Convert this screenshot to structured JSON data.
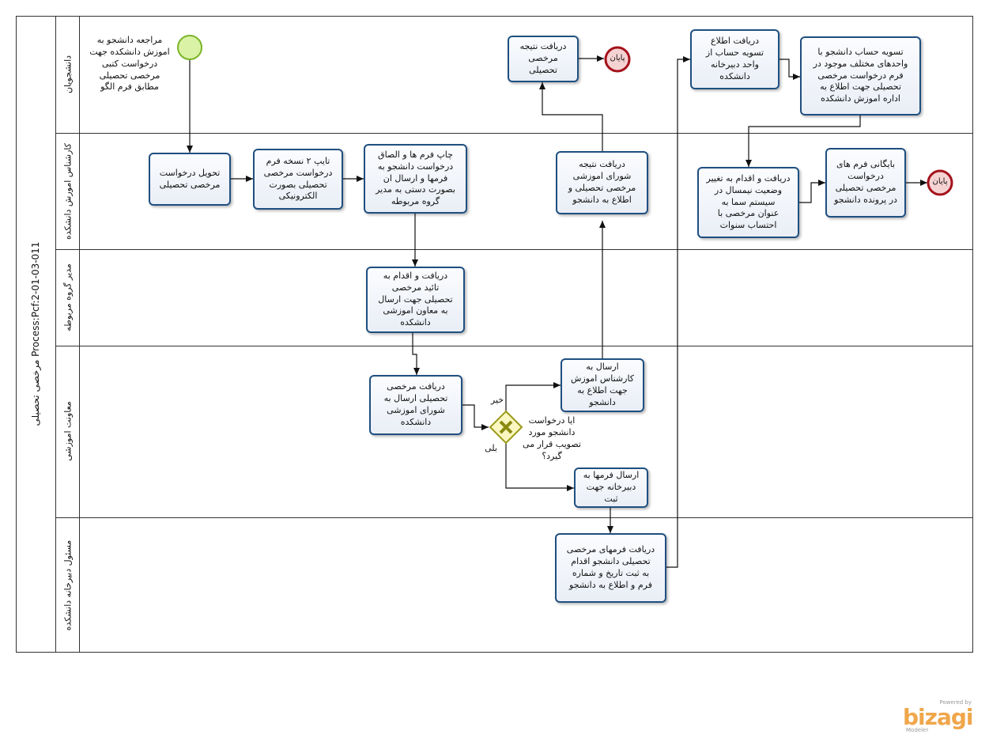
{
  "pool": {
    "title": "Process:Pcf:2-01-03-011  مرخصی تحصیلی"
  },
  "lanes": [
    {
      "id": "students",
      "label": "دانشجویان"
    },
    {
      "id": "expert",
      "label": "کارشناس امورش دانشکده"
    },
    {
      "id": "manager",
      "label": "مدیر گروه مربوطه"
    },
    {
      "id": "deputy",
      "label": "معاونت اموزشی"
    },
    {
      "id": "secretariat",
      "label": "مسئول دبیرخانه دانشکده"
    }
  ],
  "start_text": "مراجعه دانشجو به\nاموزش دانشکده جهت\nدرخواست کتبی\nمرخصی تحصیلی\nمطابق فرم الگو",
  "tasks": {
    "deliver_request": "تحویل درخواست\nمرخصی تحصیلی",
    "type_two_copies": "تایپ ۲ نسخه فرم\nدرخواست مرخصی\nتحصیلی بصورت\nالکترونیکی",
    "print_forms": "چاپ فرم ها و الصاق\nدرخواست دانشجو به\nفرمها و ارسال ان\nبصورت دستی به مدیر\nگروه مربوطه",
    "manager_approve": "دریافت و اقدام به\nتائید مرخصی\nتحصیلی جهت ارسال\nبه معاون اموزشی\nدانشکده",
    "deputy_send_council": "دریافت  مرخصی\nتحصیلی ارسال به\nشورای اموزشی\nدانشکده",
    "send_to_expert": "ارسال به\nکارشناس اموزش\nجهت اطلاع به\nدانشجو",
    "send_forms_secretariat": "ارسال فرمها به\nدبیرخانه جهت\nثبت",
    "receive_council_result": "دریافت نتیجه\nشورای اموزشی\nمرخصی تحصیلی و\nاطلاع به دانشجو",
    "student_receive_result": "دریافت نتیجه\nمرخصی\nتحصیلی",
    "secretariat_register": "دریافت فرمهای مرخصی\nتحصیلی دانشجو اقدام\nبه ثبت تاریخ و شماره\nفرم و اطلاع به دانشجو",
    "receive_settlement_notice": "دریافت اطلاع\nتسویه حساب از\nواحد دبیرخانه\nدانشکده",
    "settle_accounts": "تسویه حساب دانشجو با\nواحدهای مختلف موجود در\nفرم درخواست مرخصی\nتحصیلی جهت اطلاع به\nاداره اموزش دانشکده",
    "change_semester_status": "دریافت و اقدام به تغییر\nوضعیت نیمسال در\nسیستم سما به\nعنوان مرخصی با\nاحتساب سنوات",
    "archive_forms": "بایگانی فرم های\nدرخواست\nمرخصی تحصیلی\nدر پرونده دانشجو"
  },
  "gateway": {
    "question": "ایا درخواست\nدانشجو مورد\nتصویب قرار می\nگیرد؟",
    "no_label": "خیر",
    "yes_label": "بلی"
  },
  "end_events": {
    "end_student": "پایان",
    "end_expert": "پایان"
  },
  "branding": {
    "powered_by": "Powered by",
    "name": "bizagi",
    "sub": "Modeler"
  },
  "colors": {
    "task_border": "#1f4f80",
    "start_fill": "#d9f2a5",
    "start_stroke": "#7ab52a",
    "end_fill": "#f6d3d3",
    "end_stroke": "#a4121b",
    "gateway_fill": "#fbf7c0",
    "gateway_stroke": "#9a9a1a",
    "brand": "#f0a64a"
  }
}
